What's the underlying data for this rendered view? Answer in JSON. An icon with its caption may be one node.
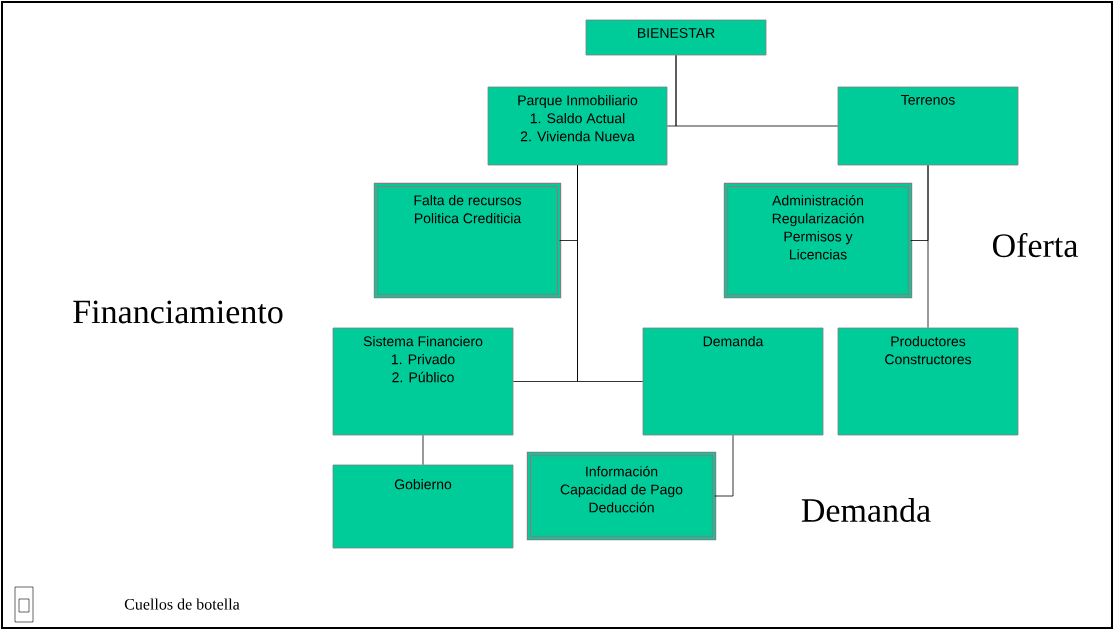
{
  "diagram": {
    "nodes": [
      {
        "text": [
          "BIENESTAR"
        ]
      },
      {
        "text": [
          "Parque Inmobiliario",
          "1. Saldo Actual",
          "2. Vivienda Nueva"
        ]
      },
      {
        "text": [
          "Terrenos"
        ]
      },
      {
        "text": [
          "Falta de recursos",
          "Politica Crediticia"
        ]
      },
      {
        "text": [
          "Administración",
          "Regularización",
          "Permisos y Licencias"
        ]
      },
      {
        "text": [
          "Sistema Financiero",
          "1. Privado",
          "2. Público"
        ]
      },
      {
        "text": [
          "Demanda"
        ]
      },
      {
        "text": [
          "Productores",
          "Constructores"
        ]
      },
      {
        "text": [
          "Gobierno"
        ]
      },
      {
        "text": [
          "Información",
          "Capacidad de Pago",
          "Deducción"
        ]
      }
    ],
    "edges": [
      {
        "from": 0,
        "to": 1,
        "arrow": "none"
      },
      {
        "from": 0,
        "to": 2,
        "arrow": "none"
      },
      {
        "from": 1,
        "to": 3,
        "arrow": "none"
      },
      {
        "from": 1,
        "to": 5,
        "arrow": "none"
      },
      {
        "from": 1,
        "to": 6,
        "arrow": "none"
      },
      {
        "from": 2,
        "to": 4,
        "arrow": "none"
      },
      {
        "from": 2,
        "to": 7,
        "arrow": "none"
      },
      {
        "from": 5,
        "to": 8,
        "arrow": "none"
      },
      {
        "from": 6,
        "to": 9,
        "arrow": "none"
      }
    ],
    "labels": [
      "Oferta",
      "Financiamiento",
      "Demanda"
    ],
    "legend": [
      {
        "text": "Cuellos de botella"
      }
    ]
  }
}
